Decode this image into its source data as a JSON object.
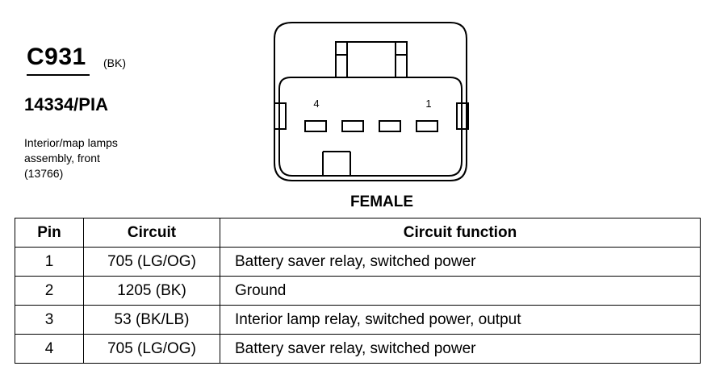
{
  "connector": {
    "id": "C931",
    "color_code": "(BK)",
    "part_number": "14334/PIA",
    "description_lines": [
      "Interior/map lamps",
      "assembly, front",
      "(13766)"
    ],
    "pin_label_left": "4",
    "pin_label_right": "1",
    "gender": "FEMALE"
  },
  "table": {
    "headers": {
      "pin": "Pin",
      "circuit": "Circuit",
      "function": "Circuit function"
    },
    "rows": [
      {
        "pin": "1",
        "circuit": "705 (LG/OG)",
        "function": "Battery saver relay, switched power"
      },
      {
        "pin": "2",
        "circuit": "1205 (BK)",
        "function": "Ground"
      },
      {
        "pin": "3",
        "circuit": "53 (BK/LB)",
        "function": "Interior lamp relay, switched power, output"
      },
      {
        "pin": "4",
        "circuit": "705 (LG/OG)",
        "function": "Battery saver relay, switched power"
      }
    ]
  }
}
